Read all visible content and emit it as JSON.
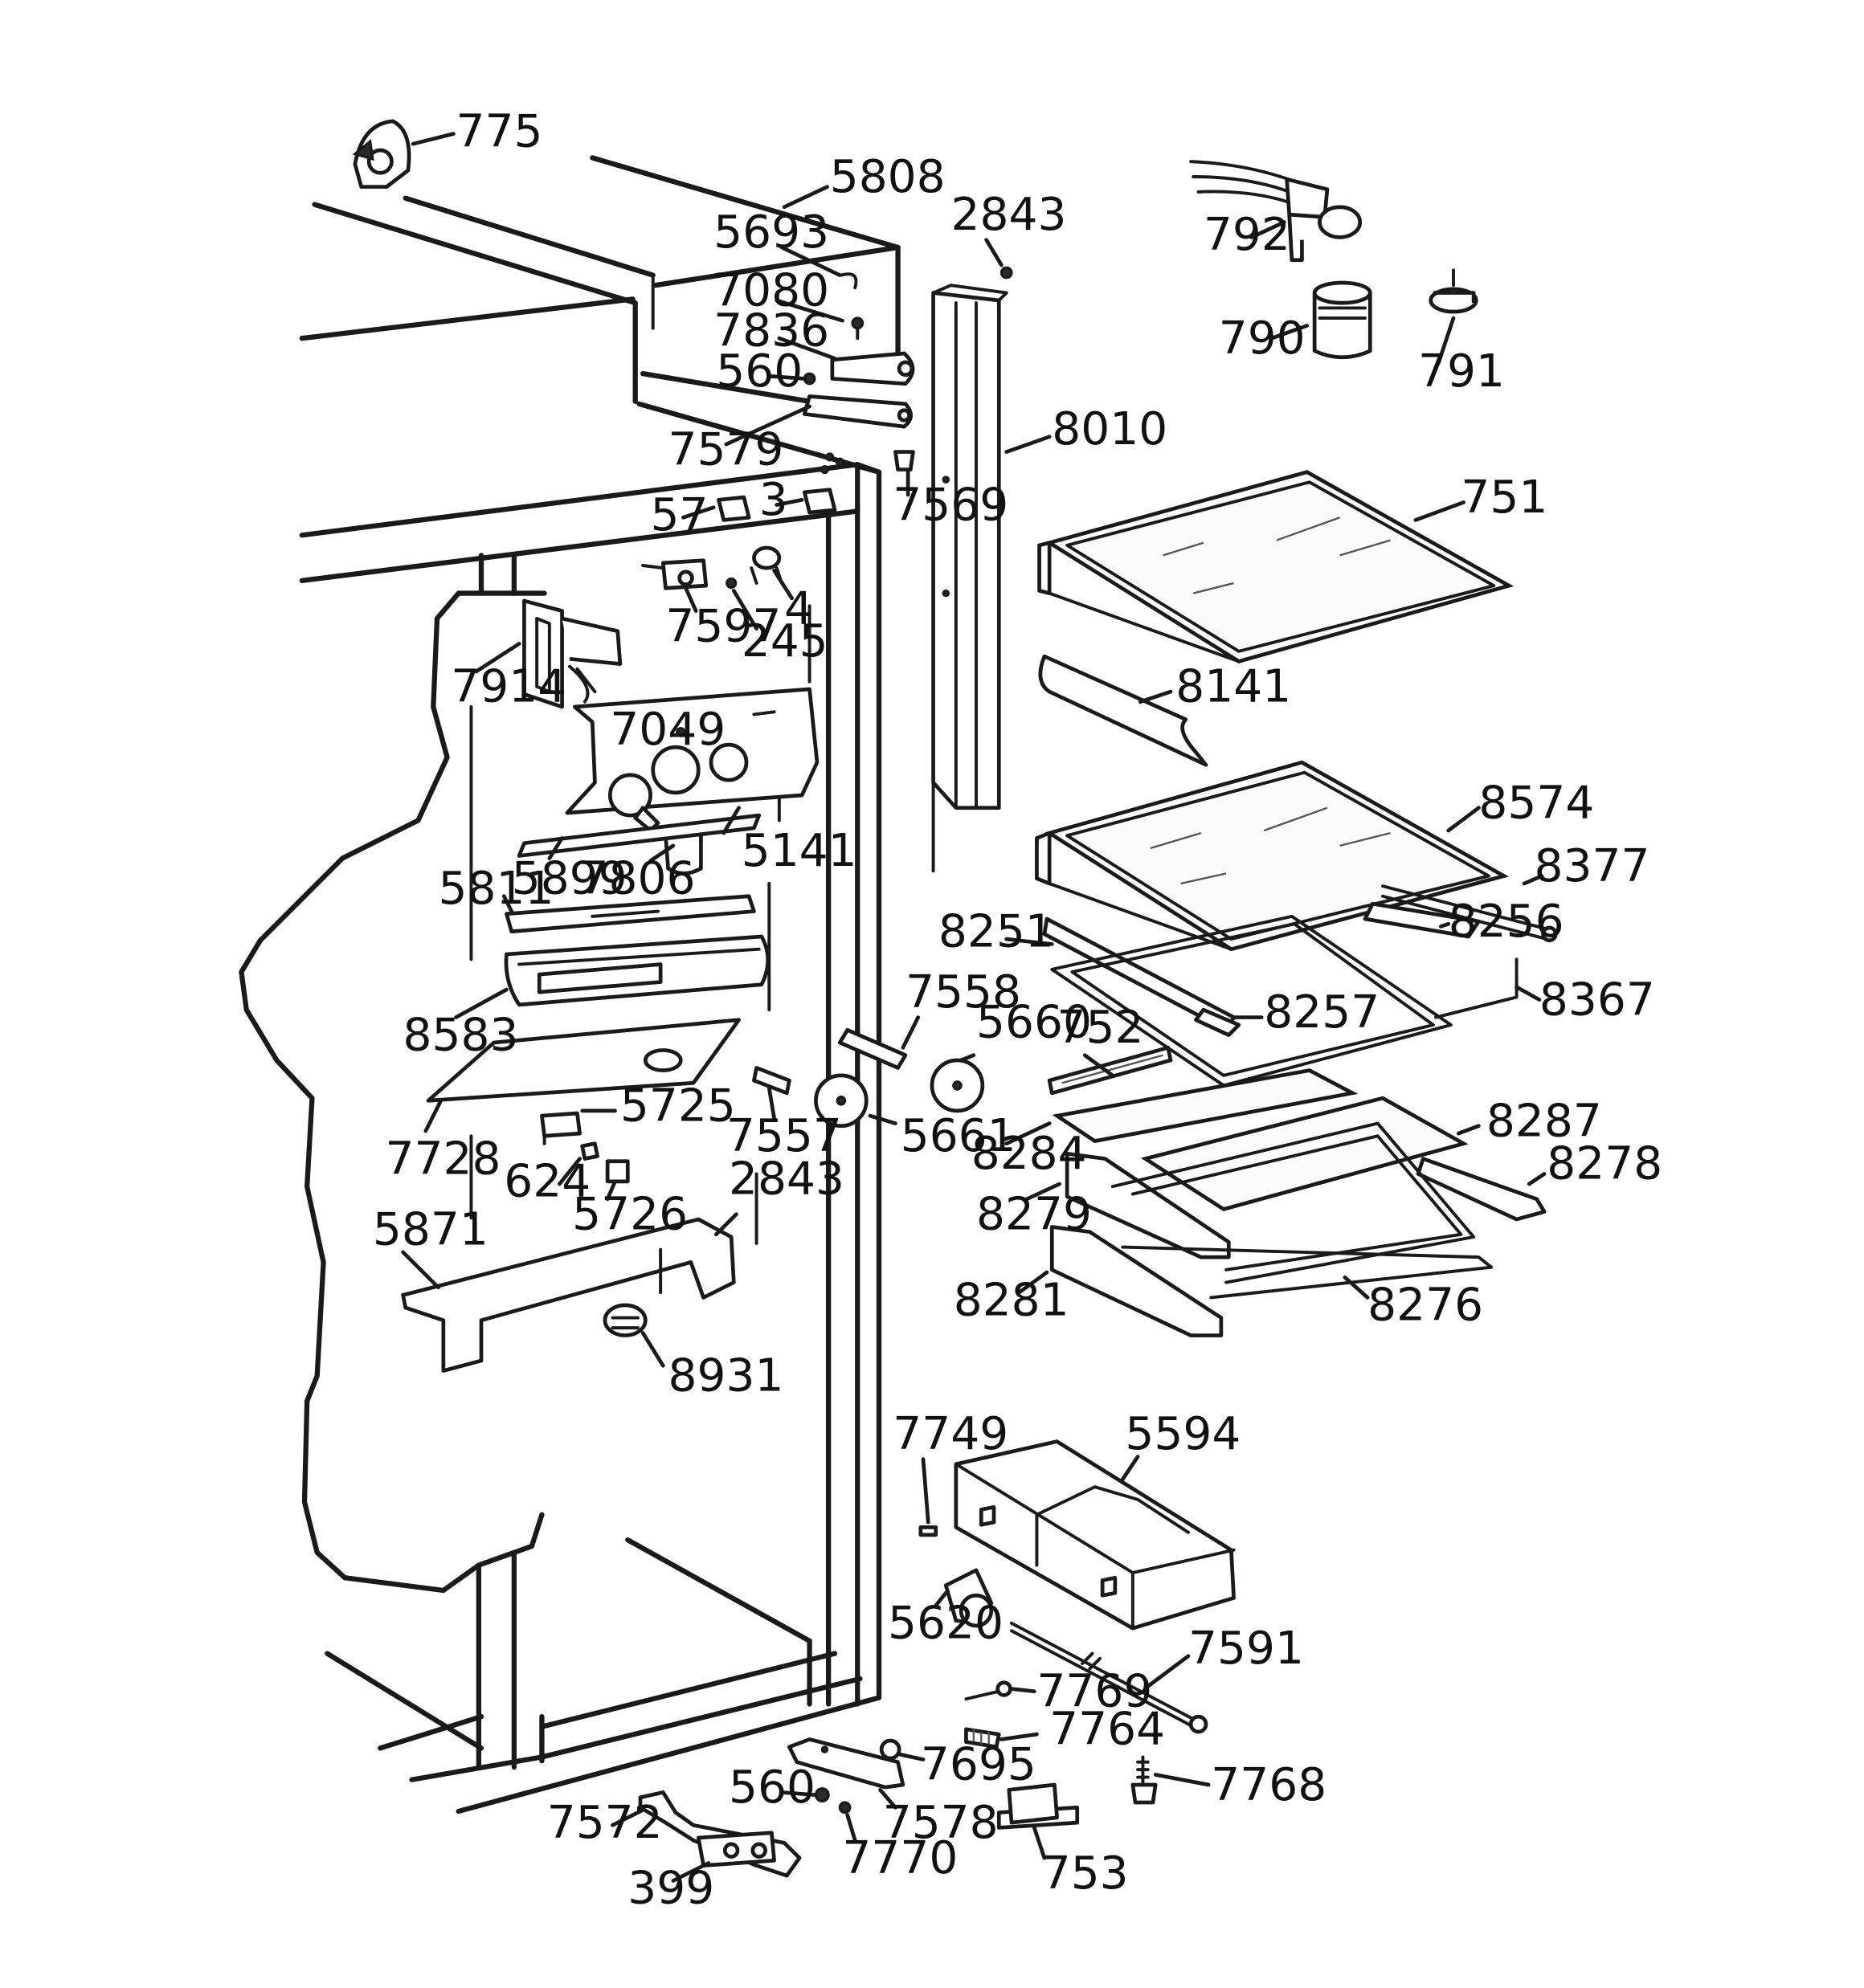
{
  "diagram": {
    "type": "exploded-parts-view",
    "colors": {
      "ink": "#1a1a1a",
      "paper": "#ffffff"
    },
    "callouts": [
      {
        "id": "775",
        "label": "775"
      },
      {
        "id": "5808",
        "label": "5808"
      },
      {
        "id": "5693",
        "label": "5693"
      },
      {
        "id": "7080",
        "label": "7080"
      },
      {
        "id": "7836",
        "label": "7836"
      },
      {
        "id": "560a",
        "label": "560"
      },
      {
        "id": "7579",
        "label": "7579"
      },
      {
        "id": "7569",
        "label": "7569"
      },
      {
        "id": "2843a",
        "label": "2843"
      },
      {
        "id": "8010",
        "label": "8010"
      },
      {
        "id": "792",
        "label": "792"
      },
      {
        "id": "790",
        "label": "790"
      },
      {
        "id": "791",
        "label": "791"
      },
      {
        "id": "57",
        "label": "57"
      },
      {
        "id": "3",
        "label": "3"
      },
      {
        "id": "7597",
        "label": "7597"
      },
      {
        "id": "245",
        "label": "245"
      },
      {
        "id": "4",
        "label": "4"
      },
      {
        "id": "7914",
        "label": "7914"
      },
      {
        "id": "7049",
        "label": "7049"
      },
      {
        "id": "5141",
        "label": "5141"
      },
      {
        "id": "5899",
        "label": "5899"
      },
      {
        "id": "7806",
        "label": "7806"
      },
      {
        "id": "5811",
        "label": "5811"
      },
      {
        "id": "8583",
        "label": "8583"
      },
      {
        "id": "7728",
        "label": "7728"
      },
      {
        "id": "5725",
        "label": "5725"
      },
      {
        "id": "624",
        "label": "624"
      },
      {
        "id": "5726",
        "label": "5726"
      },
      {
        "id": "2843b",
        "label": "2843"
      },
      {
        "id": "5871",
        "label": "5871"
      },
      {
        "id": "8931",
        "label": "8931"
      },
      {
        "id": "7558",
        "label": "7558"
      },
      {
        "id": "7557",
        "label": "7557"
      },
      {
        "id": "5660",
        "label": "5660"
      },
      {
        "id": "5661",
        "label": "5661"
      },
      {
        "id": "751",
        "label": "751"
      },
      {
        "id": "8141",
        "label": "8141"
      },
      {
        "id": "8574",
        "label": "8574"
      },
      {
        "id": "8377",
        "label": "8377"
      },
      {
        "id": "8256",
        "label": "8256"
      },
      {
        "id": "8251",
        "label": "8251"
      },
      {
        "id": "8367",
        "label": "8367"
      },
      {
        "id": "8257",
        "label": "8257"
      },
      {
        "id": "752",
        "label": "752"
      },
      {
        "id": "8287",
        "label": "8287"
      },
      {
        "id": "8284",
        "label": "8284"
      },
      {
        "id": "8278",
        "label": "8278"
      },
      {
        "id": "8279",
        "label": "8279"
      },
      {
        "id": "8281",
        "label": "8281"
      },
      {
        "id": "8276",
        "label": "8276"
      },
      {
        "id": "7749",
        "label": "7749"
      },
      {
        "id": "5594",
        "label": "5594"
      },
      {
        "id": "5620",
        "label": "5620"
      },
      {
        "id": "7591",
        "label": "7591"
      },
      {
        "id": "7769",
        "label": "7769"
      },
      {
        "id": "7764",
        "label": "7764"
      },
      {
        "id": "7695",
        "label": "7695"
      },
      {
        "id": "560b",
        "label": "560"
      },
      {
        "id": "7578",
        "label": "7578"
      },
      {
        "id": "7770",
        "label": "7770"
      },
      {
        "id": "7768",
        "label": "7768"
      },
      {
        "id": "7572",
        "label": "7572"
      },
      {
        "id": "399",
        "label": "399"
      },
      {
        "id": "753",
        "label": "753"
      }
    ]
  }
}
